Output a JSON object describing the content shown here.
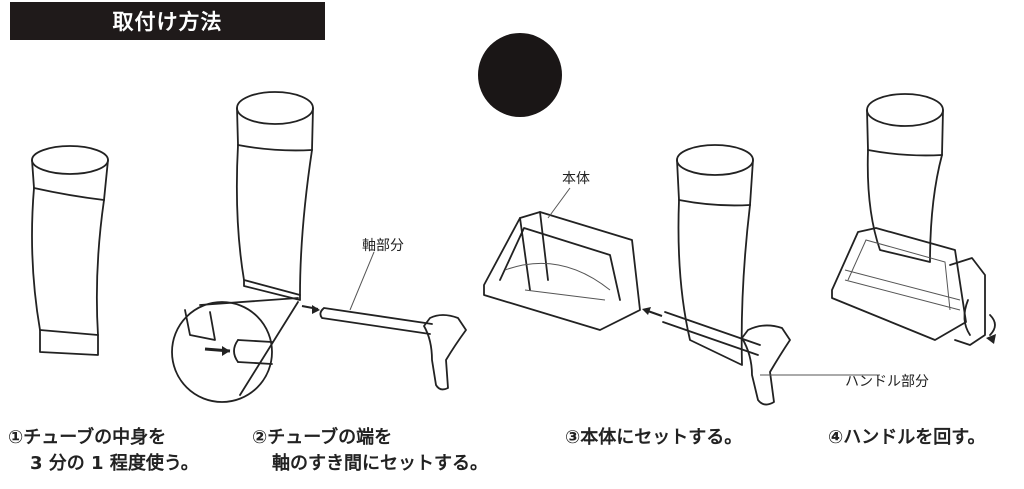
{
  "header": {
    "title": "取付け方法"
  },
  "labels": {
    "body": "本体",
    "shaft": "軸部分",
    "handle": "ハンドル部分"
  },
  "steps": [
    {
      "line1": "①チューブの中身を",
      "line2": "3 分の 1 程度使う。"
    },
    {
      "line1": "②チューブの端を",
      "line2": "軸のすき間にセットする。"
    },
    {
      "line1": "③本体にセットする。"
    },
    {
      "line1": "④ハンドルを回す。"
    }
  ],
  "colors": {
    "header_bg": "#1f1a1a",
    "dot": "#1a1616"
  }
}
